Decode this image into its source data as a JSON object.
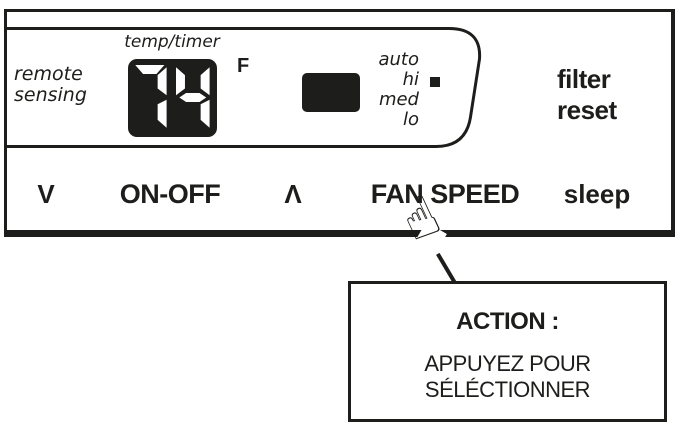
{
  "panel": {
    "remote_sensing_label": "remote\nsensing",
    "temp_timer_label": "temp/timer",
    "display_value": "74",
    "unit_label": "F",
    "fan_speeds": [
      "auto",
      "hi",
      "med",
      "lo"
    ],
    "active_speed": "hi",
    "filter_reset_label": "filter\nreset",
    "buttons": {
      "down": "V",
      "on_off": "ON-OFF",
      "up": "Λ",
      "fan_speed": "FAN SPEED",
      "sleep": "sleep"
    }
  },
  "icons": {
    "pointer_icon": "☝"
  },
  "callout": {
    "title": "ACTION :",
    "body": "APPUYEZ POUR\nSÉLÉCTIONNER"
  },
  "colors": {
    "ink": "#1d1d1b",
    "display_background": "#1d1d1b",
    "display_digits": "#ffffff",
    "background": "#ffffff"
  }
}
